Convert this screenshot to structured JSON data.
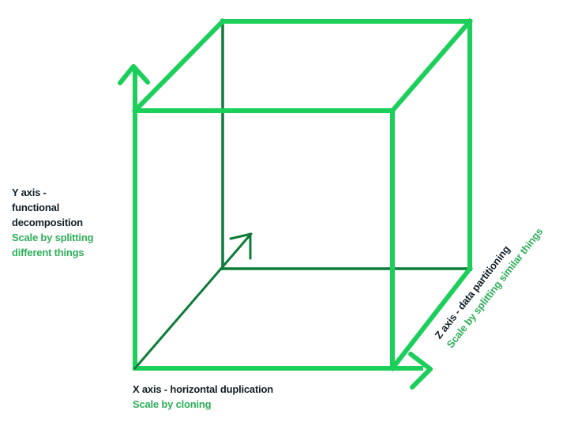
{
  "diagram": {
    "name": "scale-cube",
    "labels": {
      "y_axis": {
        "line1": "Y axis -",
        "line2": "functional",
        "line3": "decomposition",
        "sub1": "Scale by splitting",
        "sub2": "different things"
      },
      "x_axis": {
        "title": "X axis - horizontal duplication",
        "sub": "Scale by cloning"
      },
      "z_axis": {
        "title": "Z axis - data partitioning",
        "sub": "Scale by splitting similar things"
      }
    },
    "icons": {
      "y_arrow": "arrow-up",
      "x_arrow": "arrow-right",
      "z_arrow": "arrow-up-right-diagonal"
    }
  },
  "colors": {
    "background": "#ffffff",
    "bright_green": "#1ccf5b",
    "dark_green": "#0d7c38",
    "text_black": "#121f28",
    "text_green": "#2fae5a"
  }
}
